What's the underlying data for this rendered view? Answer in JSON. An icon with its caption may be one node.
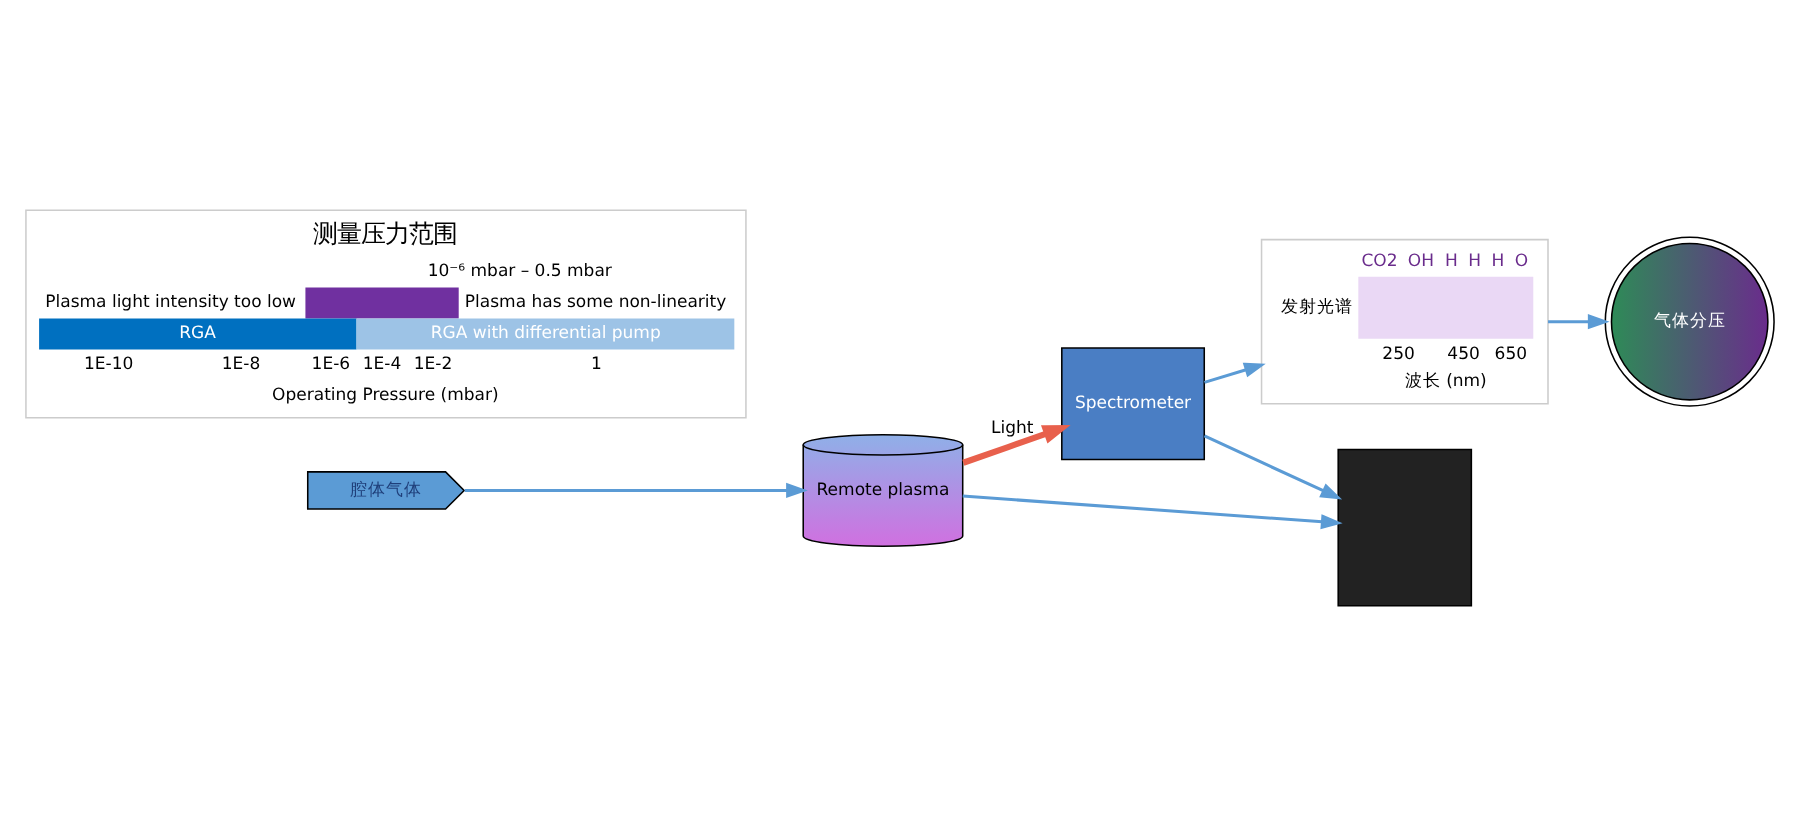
{
  "diagram": {
    "nodes": [
      {
        "text": [
          "腔体气体"
        ]
      },
      {
        "text": [
          "Remote plasma"
        ]
      },
      {
        "text": [
          "Spectrometer"
        ]
      },
      {
        "text": [
          "发射光谱",
          "CO2",
          "OH",
          "H",
          "H",
          "H",
          "O",
          "250",
          "450",
          "650",
          "波长 (nm)"
        ]
      },
      {
        "text": [
          "气体分压"
        ]
      },
      {
        "text": [],
        "shape": "box"
      },
      {
        "text": [
          "测量压力范围",
          "10⁻⁶ mbar – 0.5 mbar",
          "Plasma light intensity too low",
          "Plasma has some non-linearity",
          "RGA",
          "RGA with differential pump",
          "1E-10",
          "1E-8",
          "1E-6",
          "1E-4",
          "1E-2",
          "1",
          "Operating Pressure (mbar)"
        ]
      }
    ],
    "edges": [
      {
        "from": 0,
        "to": 1,
        "arrow": "to"
      },
      {
        "from": 1,
        "to": 2,
        "arrow": "to",
        "label": "Light",
        "style": "thick",
        "color": "#e8604c"
      },
      {
        "from": 2,
        "to": 3,
        "arrow": "to"
      },
      {
        "from": 3,
        "to": 4,
        "arrow": "to"
      },
      {
        "from": 1,
        "to": 5,
        "arrow": "to"
      },
      {
        "from": 2,
        "to": 5,
        "arrow": "to"
      }
    ]
  }
}
